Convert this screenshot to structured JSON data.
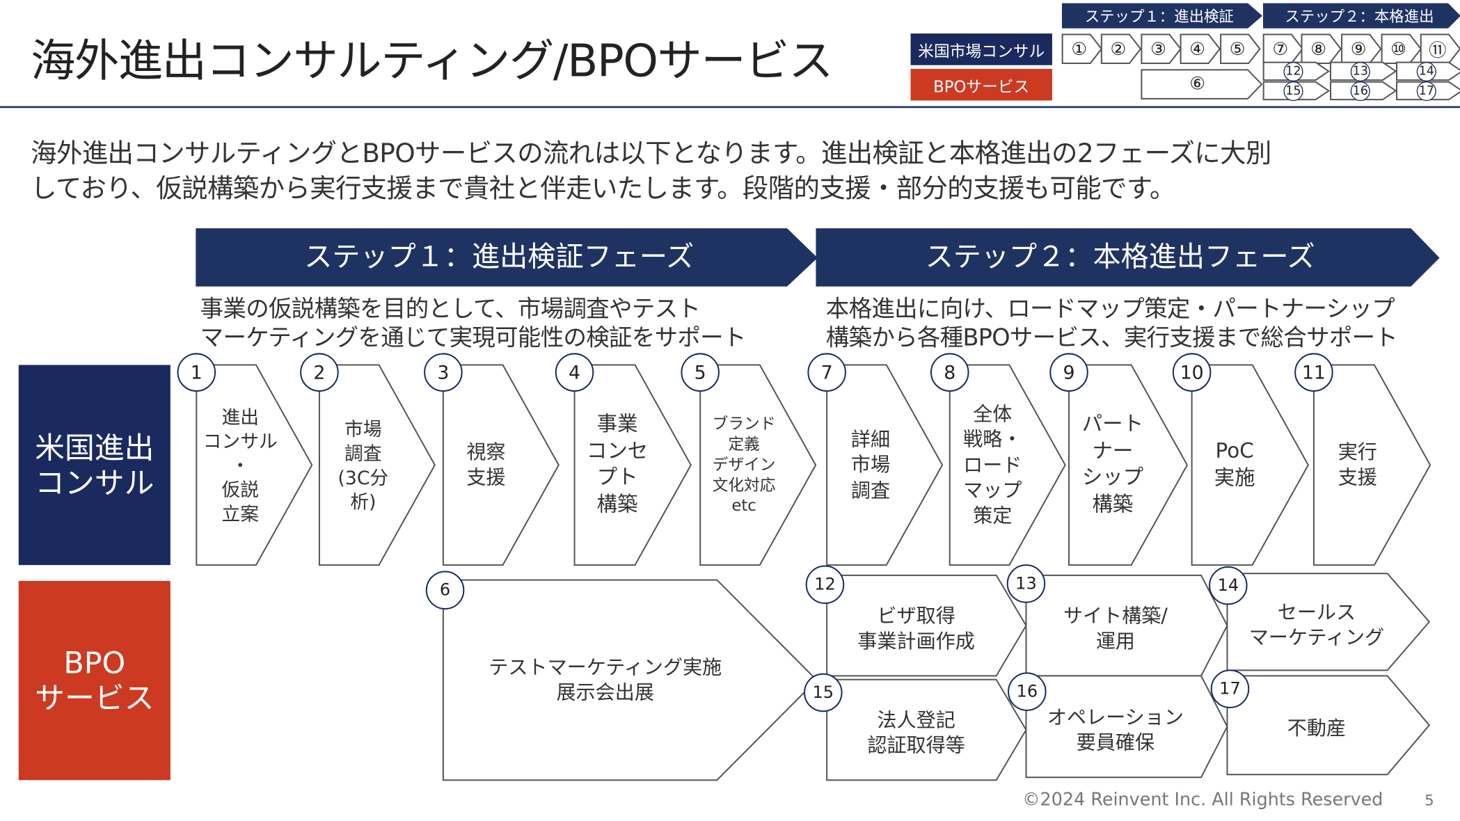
{
  "title": "海外進出コンサルティング/BPOサービス",
  "legend": {
    "consult_label": "米国市場コンサル",
    "bpo_label": "BPOサービス",
    "step1": "ステップ１：進出検証",
    "step2": "ステップ２：本格進出",
    "top_nums": [
      "①",
      "②",
      "③",
      "④",
      "⑤",
      "⑦",
      "⑧",
      "⑨",
      "⑩",
      "⑪"
    ],
    "six": "⑥",
    "bpo_nums_upper": [
      "⑫",
      "⑬",
      "⑭"
    ],
    "bpo_nums_lower": [
      "⑮",
      "⑯",
      "⑰"
    ]
  },
  "intro": {
    "line1": "海外進出コンサルティングとBPOサービスの流れは以下となります。進出検証と本格進出の2フェーズに大別",
    "line2": "しており、仮説構築から実行支援まで貴社と伴走いたします。段階的支援・部分的支援も可能です。"
  },
  "steps": [
    {
      "label": "ステップ１：進出検証フェーズ",
      "desc1": "事業の仮説構築を目的として、市場調査やテスト",
      "desc2": "マーケティングを通じて実現可能性の検証をサポート"
    },
    {
      "label": "ステップ２：本格進出フェーズ",
      "desc1": "本格進出に向け、ロードマップ策定・パートナーシップ",
      "desc2": "構築から各種BPOサービス、実行支援まで総合サポート"
    }
  ],
  "rows": {
    "consult": "米国進出\nコンサル",
    "bpo": "BPO\nサービス"
  },
  "cards": [
    {
      "num": "1",
      "text": "進出\nコンサル\n・\n仮説\n立案"
    },
    {
      "num": "2",
      "text": "市場\n調査\n(3C分\n析)"
    },
    {
      "num": "3",
      "text": "視察\n支援"
    },
    {
      "num": "4",
      "text": "事業\nコンセ\nプト\n構築"
    },
    {
      "num": "5",
      "text": "ブランド\n定義\nデザイン\n文化対応\netc"
    },
    {
      "num": "7",
      "text": "詳細\n市場\n調査"
    },
    {
      "num": "8",
      "text": "全体\n戦略・\nロード\nマップ\n策定"
    },
    {
      "num": "9",
      "text": "パート\nナー\nシップ\n構築"
    },
    {
      "num": "10",
      "text": "PoC\n実施"
    },
    {
      "num": "11",
      "text": "実行\n支援"
    },
    {
      "num": "6",
      "text": "テストマーケティング実施\n展示会出展"
    },
    {
      "num": "12",
      "text": "ビザ取得\n事業計画作成"
    },
    {
      "num": "13",
      "text": "サイト構築/\n運用"
    },
    {
      "num": "14",
      "text": "セールス\nマーケティング"
    },
    {
      "num": "15",
      "text": "法人登記\n認証取得等"
    },
    {
      "num": "16",
      "text": "オペレーション\n要員確保"
    },
    {
      "num": "17",
      "text": "不動産"
    }
  ],
  "footer": {
    "copyright": "©2024 Reinvent Inc. All Rights Reserved",
    "page": "5"
  },
  "colors": {
    "navy": "#1b2a5e",
    "banner": "#1f3363",
    "red": "#cc3a22"
  }
}
